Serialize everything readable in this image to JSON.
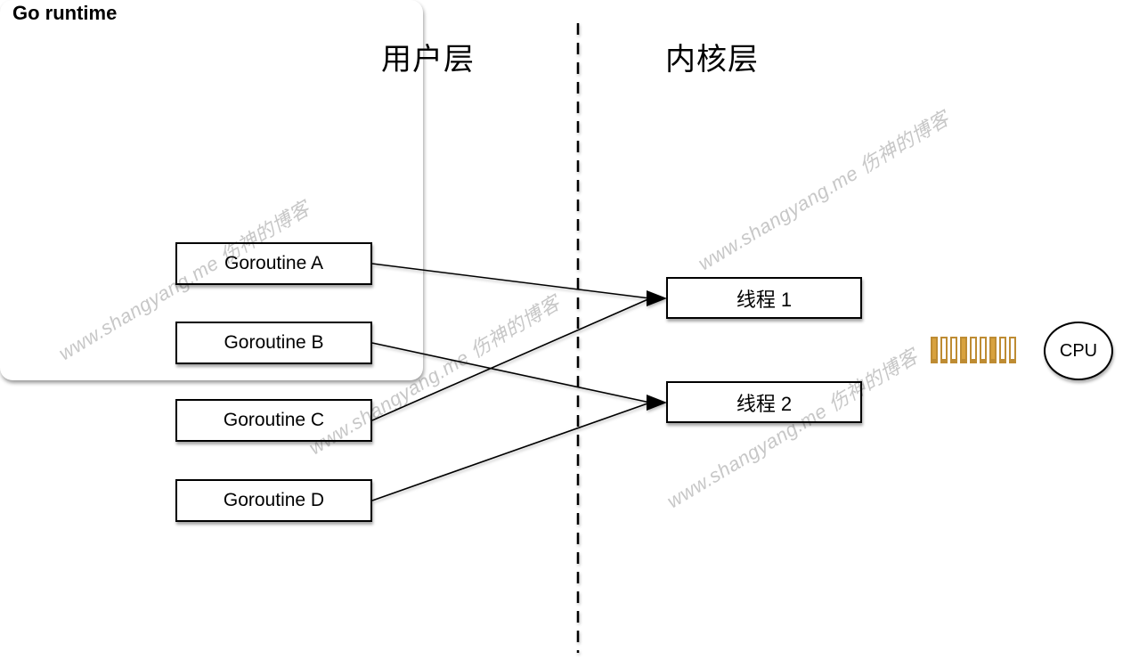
{
  "diagram": {
    "titles": {
      "user_layer": "用户层",
      "kernel_layer": "内核层"
    },
    "runtime_box": {
      "label": "Go runtime"
    },
    "goroutines": [
      {
        "label": "Goroutine A"
      },
      {
        "label": "Goroutine B"
      },
      {
        "label": "Goroutine C"
      },
      {
        "label": "Goroutine D"
      }
    ],
    "threads": [
      {
        "label": "线程 1"
      },
      {
        "label": "线程 2"
      }
    ],
    "mappings": [
      {
        "from": "Goroutine A",
        "to": "线程 1"
      },
      {
        "from": "Goroutine B",
        "to": "线程 2"
      },
      {
        "from": "Goroutine C",
        "to": "线程 1"
      },
      {
        "from": "Goroutine D",
        "to": "线程 2"
      }
    ],
    "run_queue": {
      "bar_count": 9,
      "filled_indices": [
        0,
        3,
        6
      ],
      "bar_fill_color": "#D8A23E",
      "bar_border_color": "#BE8C33"
    },
    "cpu": {
      "label": "CPU"
    },
    "watermark": {
      "text": "www.shangyang.me 伤神的博客"
    }
  }
}
